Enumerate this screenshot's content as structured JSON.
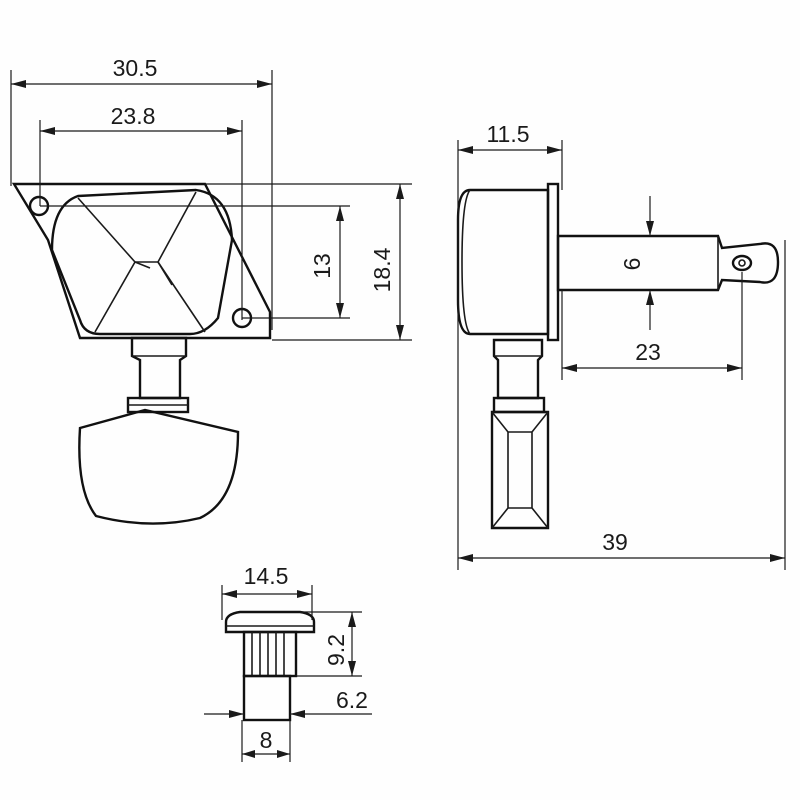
{
  "dimensions": {
    "width_30_5": "30.5",
    "hole_spacing": "23.8",
    "hole_vertical": "13",
    "plate_height": "18.4",
    "housing_depth": "11.5",
    "post_diameter": "6",
    "post_length": "23",
    "total_length": "39",
    "bushing_width": "14.5",
    "bushing_height": "9.2",
    "bushing_inner": "6.2",
    "bushing_shaft": "8"
  },
  "colors": {
    "line": "#1a1a1a",
    "background": "#fefefe"
  }
}
